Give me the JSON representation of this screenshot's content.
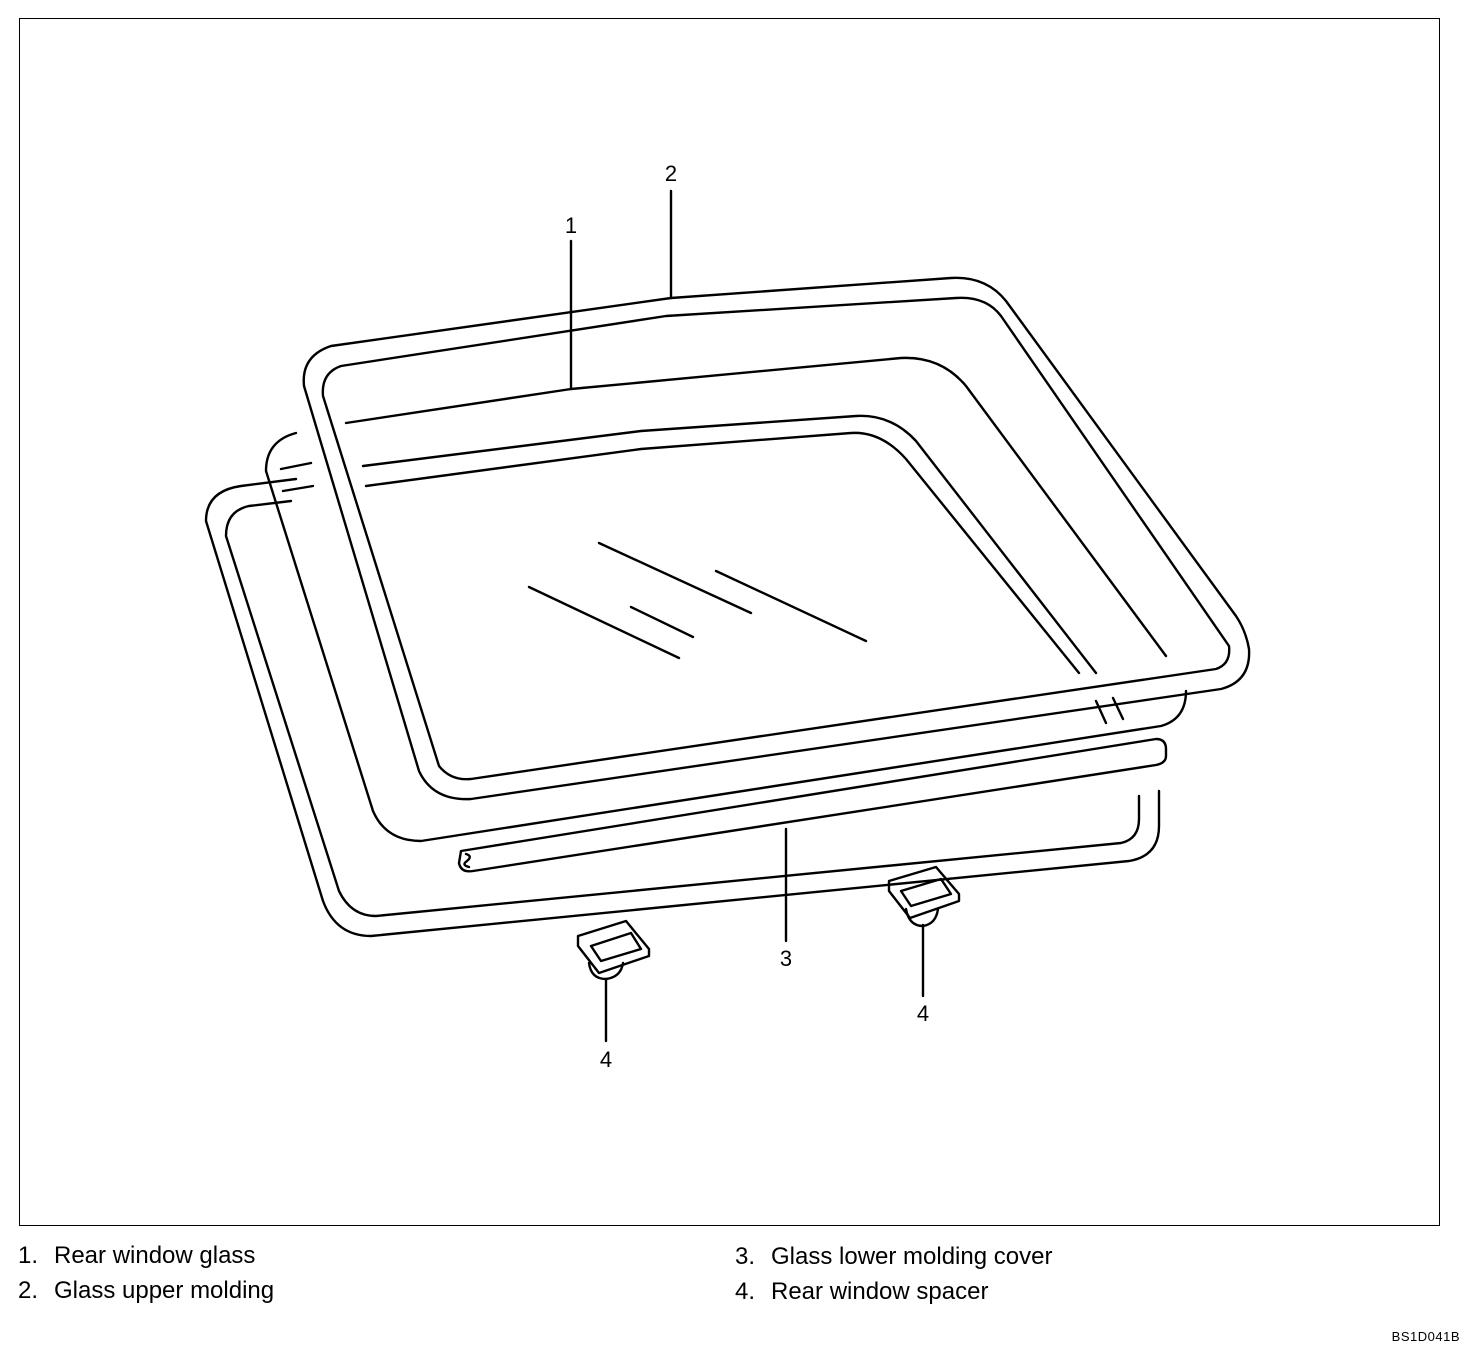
{
  "callouts": {
    "c1": "1",
    "c2": "2",
    "c3": "3",
    "c4a": "4",
    "c4b": "4"
  },
  "legend": [
    {
      "num": "1.",
      "label": "Rear window glass"
    },
    {
      "num": "2.",
      "label": "Glass upper molding"
    },
    {
      "num": "3.",
      "label": "Glass lower molding cover"
    },
    {
      "num": "4.",
      "label": "Rear window spacer"
    }
  ],
  "figure_code": "BS1D041B"
}
